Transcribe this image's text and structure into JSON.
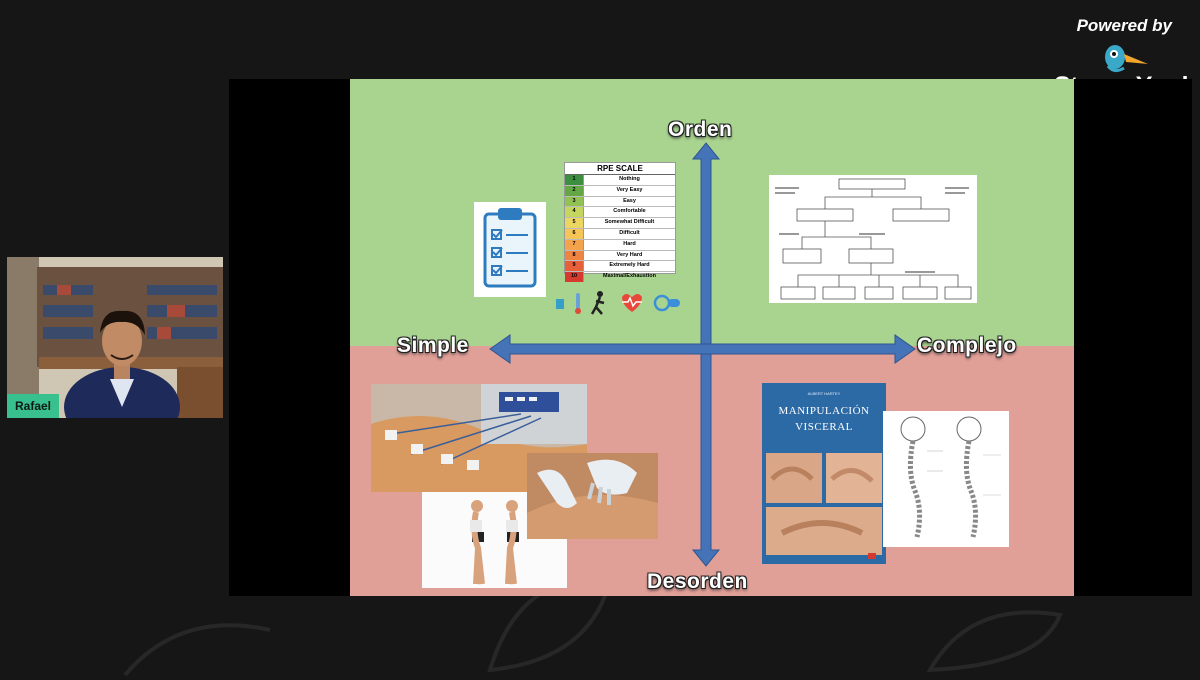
{
  "branding": {
    "powered_by": "Powered by",
    "product": "StreamYard"
  },
  "participant": {
    "name": "Rafael"
  },
  "slide": {
    "axis_top": "Orden",
    "axis_bottom": "Desorden",
    "axis_left": "Simple",
    "axis_right": "Complejo",
    "rpe": {
      "title": "RPE SCALE",
      "rows": [
        {
          "n": "1",
          "label": "Nothing",
          "color": "#3b8f3e"
        },
        {
          "n": "2",
          "label": "Very Easy",
          "color": "#63a845"
        },
        {
          "n": "3",
          "label": "Easy",
          "color": "#92c154"
        },
        {
          "n": "4",
          "label": "Comfortable",
          "color": "#c4d65e"
        },
        {
          "n": "5",
          "label": "Somewhat Difficult",
          "color": "#ecd662"
        },
        {
          "n": "6",
          "label": "Difficult",
          "color": "#f5c558"
        },
        {
          "n": "7",
          "label": "Hard",
          "color": "#f3a34c"
        },
        {
          "n": "8",
          "label": "Very Hard",
          "color": "#ef8442"
        },
        {
          "n": "9",
          "label": "Extremely Hard",
          "color": "#e8603a"
        },
        {
          "n": "10",
          "label": "Maximal/Exhaustion",
          "color": "#d53a31"
        }
      ]
    },
    "book": {
      "author": "ALBERT HARTEY",
      "title_line1": "MANIPULACIÓN",
      "title_line2": "VISCERAL"
    }
  },
  "colors": {
    "quadrant_top": "#a9d490",
    "quadrant_bottom": "#e0a098",
    "arrow": "#4573b7",
    "name_tag": "#39c08f"
  }
}
